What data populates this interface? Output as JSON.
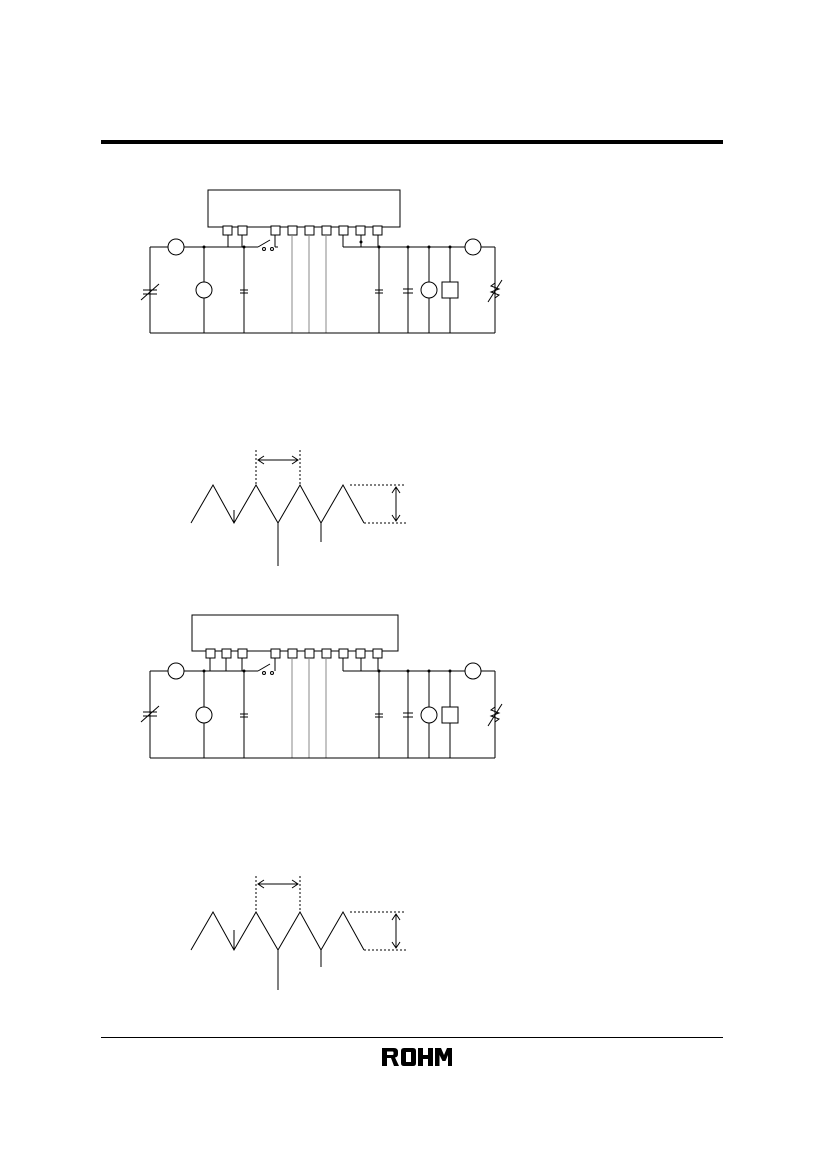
{
  "brand": {
    "logo_text": "ROHM"
  },
  "figures": [
    {
      "id": "circuit-1",
      "kind": "measurement-circuit"
    },
    {
      "id": "waveform-1",
      "kind": "triangle-waveform"
    },
    {
      "id": "circuit-2",
      "kind": "measurement-circuit"
    },
    {
      "id": "waveform-2",
      "kind": "triangle-waveform"
    }
  ]
}
